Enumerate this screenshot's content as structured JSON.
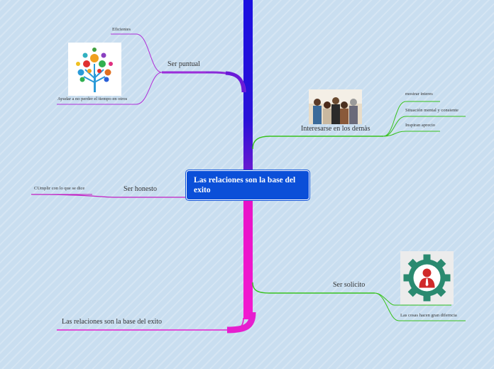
{
  "central_topic": "Las relaciones son la base del exito",
  "branches": {
    "ser_puntual": {
      "label": "Ser puntual",
      "children": [
        "Eficientes",
        "Ayudar a no perder el tiempo en otros"
      ],
      "image": "tree-icon",
      "color": "#b02fd8"
    },
    "interesarse": {
      "label": "Interesarse en los demàs",
      "children": [
        "mostrar interes",
        "Situación mental y consiente",
        "Inspiran aprecio"
      ],
      "image": "group-photo",
      "color": "#39c21e"
    },
    "ser_honesto": {
      "label": "Ser honesto",
      "children": [
        "CUmplir con lo que se dice"
      ],
      "color": "#c21ec2"
    },
    "ser_solicito": {
      "label": "Ser solicito",
      "children": [
        "Las cosas hacen gran diferncia"
      ],
      "image": "gear-person-icon",
      "color": "#39c21e"
    },
    "bottom": {
      "label": "Las relaciones son la base del exito",
      "color": "#e61ecf"
    }
  },
  "colors": {
    "trunk_top": "#1a10d8",
    "trunk_bottom": "#f012c8",
    "center_fill": "#0b4fd8"
  }
}
